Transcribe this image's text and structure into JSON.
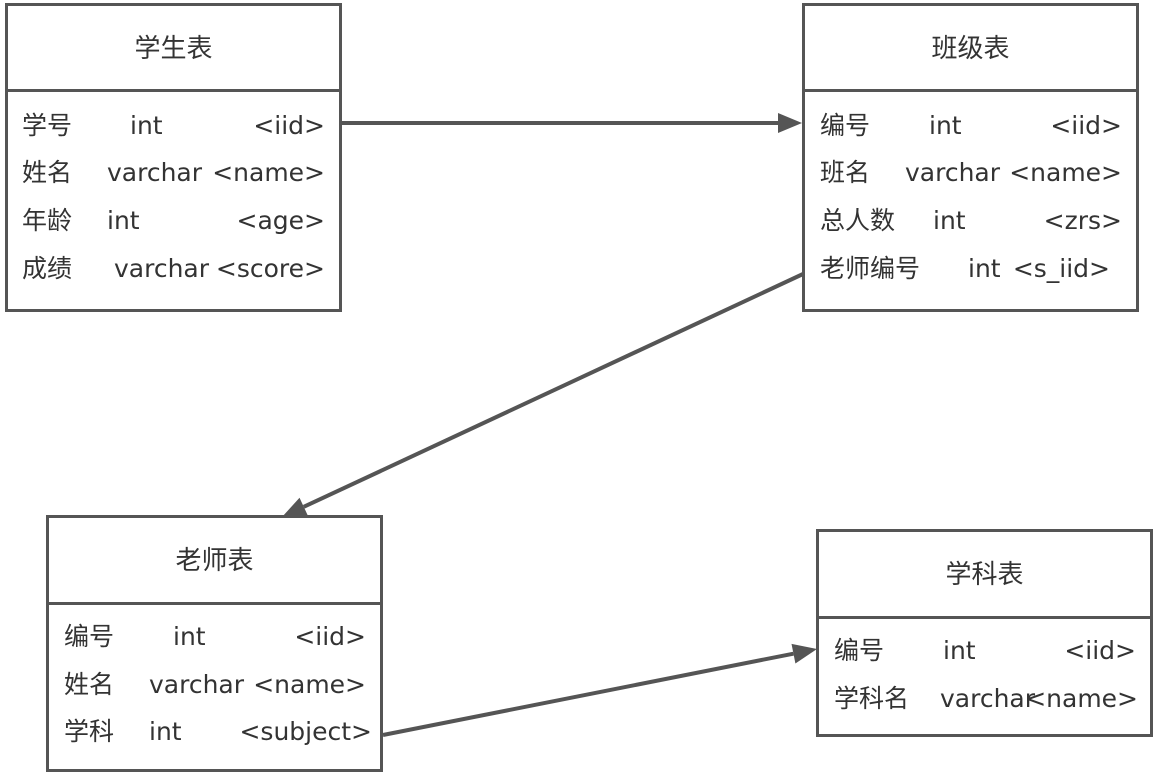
{
  "colors": {
    "border": "#555555",
    "text": "#333333",
    "arrow": "#555555",
    "background": "#ffffff"
  },
  "entities": [
    {
      "title": "学生表",
      "fields": [
        {
          "name": "学号",
          "type": "int",
          "key": "<iid>"
        },
        {
          "name": "姓名",
          "type": "varchar",
          "key": "<name>"
        },
        {
          "name": "年龄",
          "type": "int",
          "key": "<age>"
        },
        {
          "name": "成绩",
          "type": "varchar",
          "key": "<score>"
        }
      ]
    },
    {
      "title": "班级表",
      "fields": [
        {
          "name": "编号",
          "type": "int",
          "key": "<iid>"
        },
        {
          "name": "班名",
          "type": "varchar",
          "key": "<name>"
        },
        {
          "name": "总人数",
          "type": "int",
          "key": "<zrs>"
        },
        {
          "name": "老师编号",
          "type": "int",
          "key": "<s_iid>"
        }
      ]
    },
    {
      "title": "老师表",
      "fields": [
        {
          "name": "编号",
          "type": "int",
          "key": "<iid>"
        },
        {
          "name": "姓名",
          "type": "varchar",
          "key": "<name>"
        },
        {
          "name": "学科",
          "type": "int",
          "key": "<subject>"
        }
      ]
    },
    {
      "title": "学科表",
      "fields": [
        {
          "name": "编号",
          "type": "int",
          "key": "<iid>"
        },
        {
          "name": "学科名",
          "type": "varchar",
          "key": "<name>"
        }
      ]
    }
  ],
  "relations": [
    {
      "from": "学生表.学号",
      "to": "班级表.编号"
    },
    {
      "from": "班级表.老师编号",
      "to": "老师表"
    },
    {
      "from": "老师表.学科",
      "to": "学科表.编号"
    }
  ]
}
